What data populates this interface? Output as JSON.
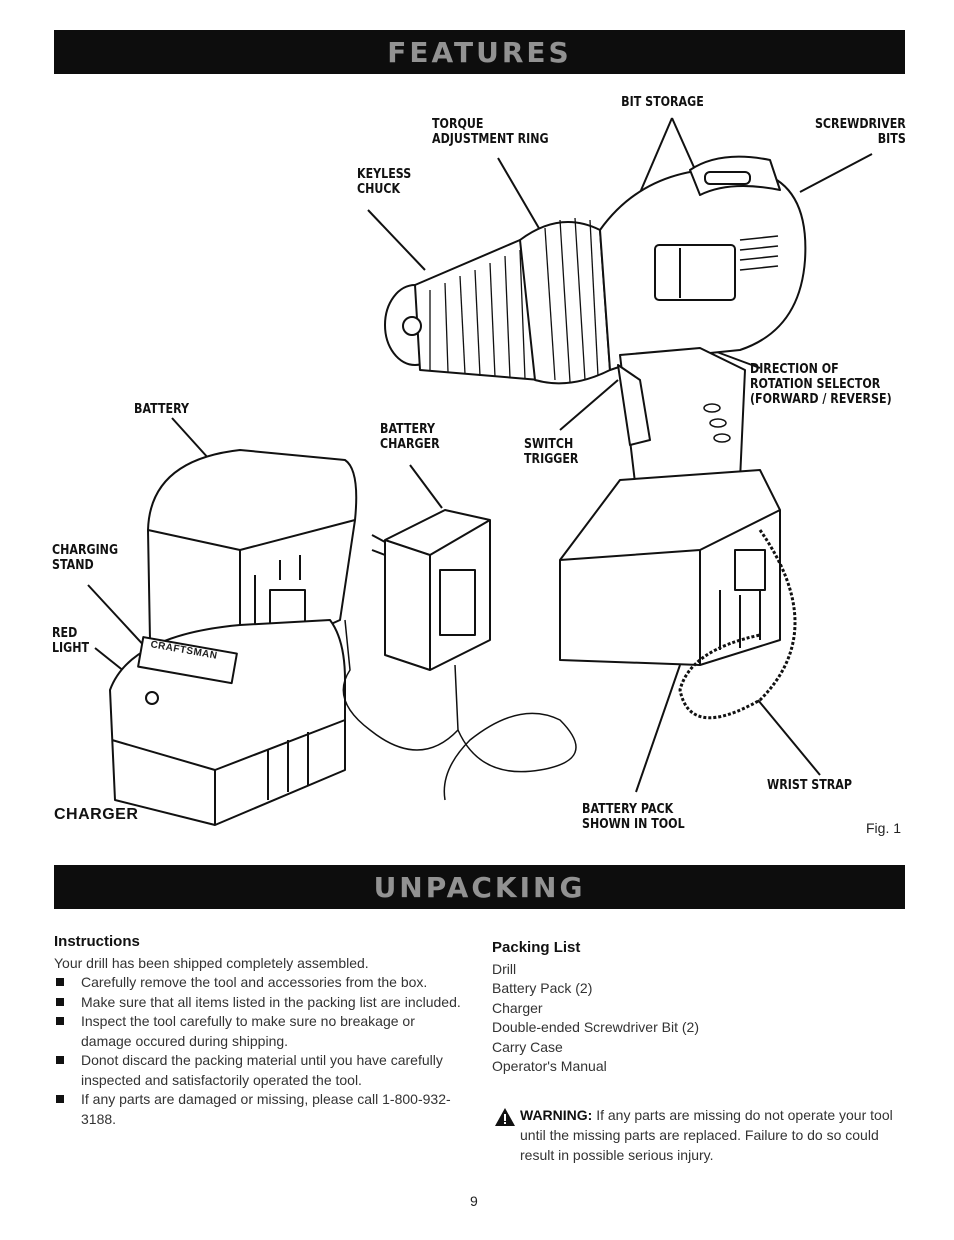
{
  "features": {
    "title": "FEATURES"
  },
  "figure": {
    "callouts": {
      "bit_storage": "BIT STORAGE",
      "torque": "TORQUE\nADJUSTMENT RING",
      "screwdriver_bits": "SCREWDRIVER\nBITS",
      "keyless_chuck": "KEYLESS\nCHUCK",
      "direction": "DIRECTION OF\nROTATION SELECTOR\n(FORWARD / REVERSE)",
      "battery": "BATTERY",
      "battery_charger": "BATTERY\nCHARGER",
      "switch_trigger": "SWITCH\nTRIGGER",
      "charging_stand": "CHARGING\nSTAND",
      "red_light": "RED\nLIGHT",
      "wrist_strap": "WRIST STRAP",
      "battery_pack": "BATTERY PACK\nSHOWN IN TOOL"
    },
    "charger_label": "CHARGER",
    "brand": "CRAFTSMAN",
    "fig_label": "Fig. 1"
  },
  "unpacking": {
    "title": "UNPACKING"
  },
  "instructions": {
    "heading": "Instructions",
    "intro": "Your drill has been shipped completely assembled.",
    "bullets": [
      "Carefully remove the tool and accessories from the box.",
      "Make sure that all items listed in the packing list are included.",
      "Inspect the tool carefully to make sure no breakage or damage occured during shipping.",
      "Donot discard the packing material until you have carefully inspected and satisfactorily operated the tool.",
      "If any parts are damaged or missing, please call 1-800-932-3188."
    ]
  },
  "packing_list": {
    "heading": "Packing List",
    "items": [
      "Drill",
      "Battery Pack (2)",
      "Charger",
      "Double-ended Screwdriver Bit (2)",
      "Carry Case",
      "Operator's Manual"
    ]
  },
  "warning": {
    "label": "WARNING:",
    "text": "If any parts are missing do not operate your tool until the missing parts are replaced. Failure to do so could result in possible serious injury."
  },
  "page_number": "9"
}
